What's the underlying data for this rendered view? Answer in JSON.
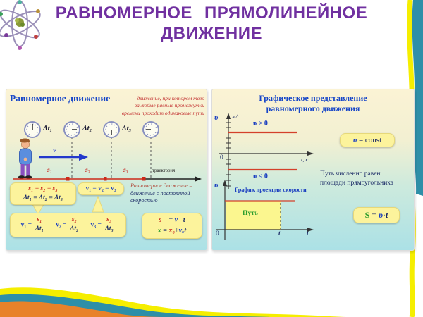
{
  "title": {
    "line1": "РАВНОМЕРНОЕ ПРЯМОЛИНЕЙНОЕ",
    "line2": "ДВИЖЕНИЕ"
  },
  "colors": {
    "accent_purple": "#7030a0",
    "panel_top": "#fbf3d4",
    "panel_bottom": "#abe1e6",
    "formula_box": "#fcf39c",
    "graph_line_red": "#d4402a",
    "border_teal": "#2e8fa8",
    "border_yellow": "#f5ee00",
    "border_orange": "#e8822a"
  },
  "left": {
    "heading": "Равномерное движение",
    "def1": "– движение, при котором тело",
    "def2": "за любые равные промежутки",
    "def3": "времени проходит одинаковые пути",
    "dt1": "Δt₁",
    "dt2": "Δt₂",
    "dt3": "Δt₃",
    "v_vec": "v⃗",
    "s1": "s₁",
    "s2": "s₂",
    "s3": "s₃",
    "trajectory": "траектория",
    "eq_s": "s₁ = s₂ = s₃",
    "eq_dt": "Δt₁ = Δt₂ = Δt₃",
    "eq_v": "v₁ = v₂ = v₃",
    "note_red": "Равномерное движение –",
    "note_dark": " движение с постоянной скоростью",
    "f1_lhs": "v₁ =",
    "f1_num": "s₁",
    "f1_den": "Δt₁",
    "f2_lhs": "v₂ =",
    "f2_num": "s₂",
    "f2_den": "Δt₂",
    "f3_lhs": "v₃ =",
    "f3_num": "s₃",
    "f3_den": "Δt₃",
    "vec_lhs": "s⃗",
    "vec_eq": "=",
    "vec_v": "v⃗",
    "vec_t": "t",
    "x_lhs": "x",
    "x_eq": " = ",
    "x_x0": "x₀",
    "x_plus": "+",
    "x_vx": "vₓ",
    "x_t": "t"
  },
  "right": {
    "heading1": "Графическое представление",
    "heading2": "равномерного движения",
    "g1": {
      "v": "υ",
      "unit": "м/с",
      "zero": "0",
      "t": "t, c",
      "pos": "υ > 0",
      "neg": "υ < 0"
    },
    "const_v": "υ",
    "const_rest": " = const",
    "note1": "Путь численно равен",
    "note2": "площади прямоугольника",
    "g2": {
      "v": "υ",
      "title": "График проекции скорости",
      "area": "Путь",
      "zero": "0",
      "t_mark": "t",
      "t_axis": "t"
    },
    "s_S": "S",
    "s_eq": " = ",
    "s_v": "υ",
    "s_dot": "·",
    "s_t": "t"
  }
}
